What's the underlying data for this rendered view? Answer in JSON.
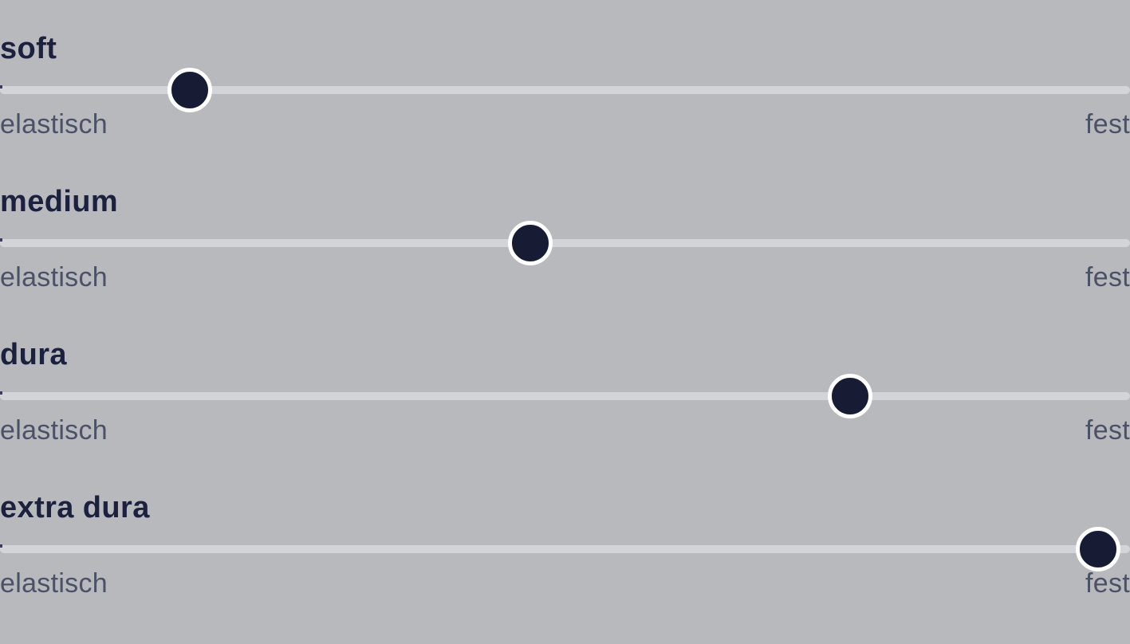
{
  "page": {
    "background_color": "#b7b9bc",
    "track_color": "#d3d4d7",
    "knob_color": "#171b33",
    "knob_ring_color": "#ffffff",
    "title_color": "#1d2140",
    "label_color": "#4b5166"
  },
  "sliders": [
    {
      "title": "soft",
      "left_label": "elastisch",
      "right_label": "fest",
      "value_percent": 16.8
    },
    {
      "title": "medium",
      "left_label": "elastisch",
      "right_label": "fest",
      "value_percent": 46.9
    },
    {
      "title": "dura",
      "left_label": "elastisch",
      "right_label": "fest",
      "value_percent": 75.2
    },
    {
      "title": "extra dura",
      "left_label": "elastisch",
      "right_label": "fest",
      "value_percent": 97.2
    }
  ]
}
